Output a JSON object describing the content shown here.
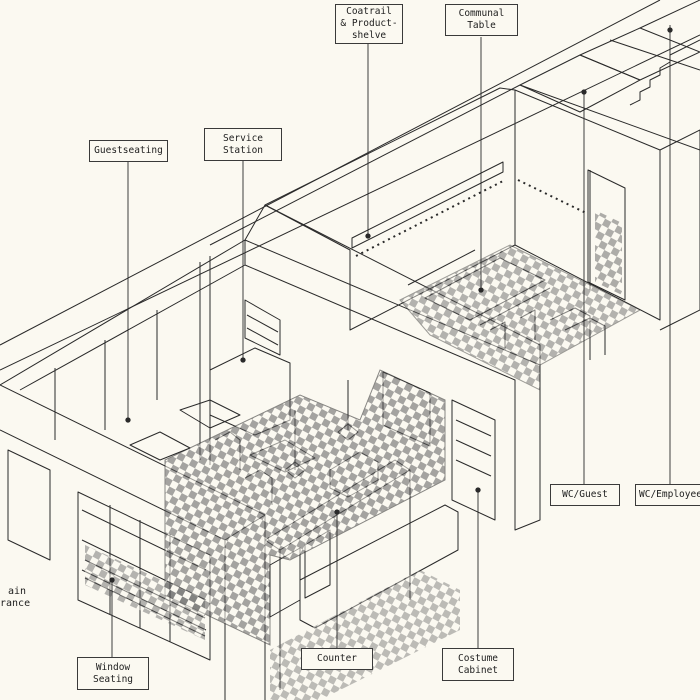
{
  "labels": {
    "coatrail": {
      "line1": "Coatrail",
      "line2": "& Product-",
      "line3": "shelve"
    },
    "communal": {
      "line1": "Communal",
      "line2": "Table"
    },
    "guestseating": {
      "line1": "Guestseating"
    },
    "service": {
      "line1": "Service",
      "line2": "Station"
    },
    "wc_guest": {
      "line1": "WC/Guest"
    },
    "wc_employee": {
      "line1": "WC/Employee"
    },
    "counter": {
      "line1": "Counter"
    },
    "costume": {
      "line1": "Costume",
      "line2": "Cabinet"
    },
    "window": {
      "line1": "Window",
      "line2": "Seating"
    },
    "main_entrance": {
      "line1": "ain",
      "line2": "rance"
    }
  },
  "colors": {
    "background": "#fbf9f1",
    "ink": "#2a2a2a",
    "tile": "#6a6a6a"
  }
}
